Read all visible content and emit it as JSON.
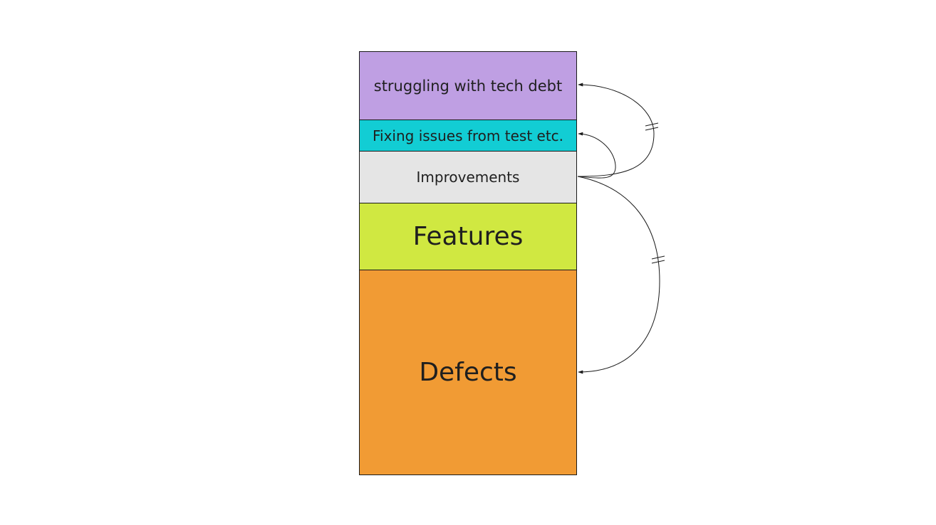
{
  "diagram": {
    "blocks": [
      {
        "id": "tech-debt",
        "label": "struggling with tech debt",
        "color": "#bf9fe3"
      },
      {
        "id": "fixing",
        "label": "Fixing issues from test etc.",
        "color": "#12cdd4"
      },
      {
        "id": "improvements",
        "label": "Improvements",
        "color": "#e5e5e5"
      },
      {
        "id": "features",
        "label": "Features",
        "color": "#d0e841"
      },
      {
        "id": "defects",
        "label": "Defects",
        "color": "#f19b34"
      }
    ],
    "connectors": [
      {
        "from": "improvements",
        "to": "tech-debt",
        "marker": "parallel"
      },
      {
        "from": "improvements",
        "to": "fixing",
        "marker": "none"
      },
      {
        "from": "improvements",
        "to": "defects",
        "marker": "parallel"
      }
    ],
    "line_color": "#1a1a1a"
  }
}
